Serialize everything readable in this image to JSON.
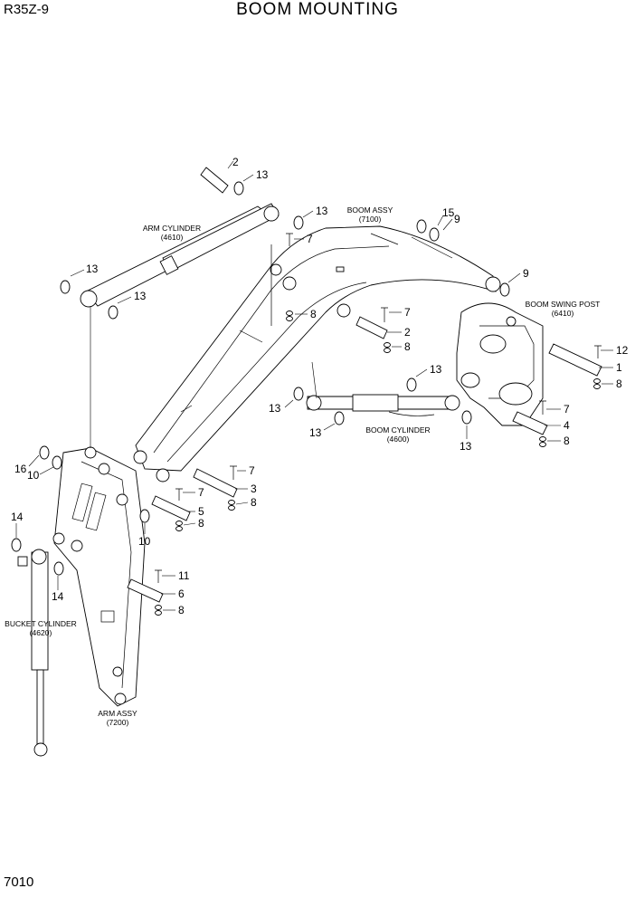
{
  "header": {
    "model": "R35Z-9",
    "title": "BOOM MOUNTING"
  },
  "footer": {
    "page_number": "7010"
  },
  "assemblies": {
    "arm_cylinder": {
      "name": "ARM CYLINDER",
      "code": "(4610)"
    },
    "boom_assy": {
      "name": "BOOM ASSY",
      "code": "(7100)"
    },
    "boom_swing_post": {
      "name": "BOOM SWING POST",
      "code": "(6410)"
    },
    "boom_cylinder": {
      "name": "BOOM CYLINDER",
      "code": "(4600)"
    },
    "bucket_cylinder": {
      "name": "BUCKET CYLINDER",
      "code": "(4620)"
    },
    "arm_assy": {
      "name": "ARM ASSY",
      "code": "(7200)"
    }
  },
  "callouts": [
    "2",
    "13",
    "13",
    "13",
    "13",
    "7",
    "15",
    "9",
    "9",
    "8",
    "7",
    "2",
    "8",
    "12",
    "1",
    "8",
    "13",
    "13",
    "13",
    "13",
    "7",
    "4",
    "8",
    "16",
    "10",
    "7",
    "3",
    "8",
    "7",
    "5",
    "8",
    "10",
    "14",
    "14",
    "11",
    "6",
    "8"
  ]
}
